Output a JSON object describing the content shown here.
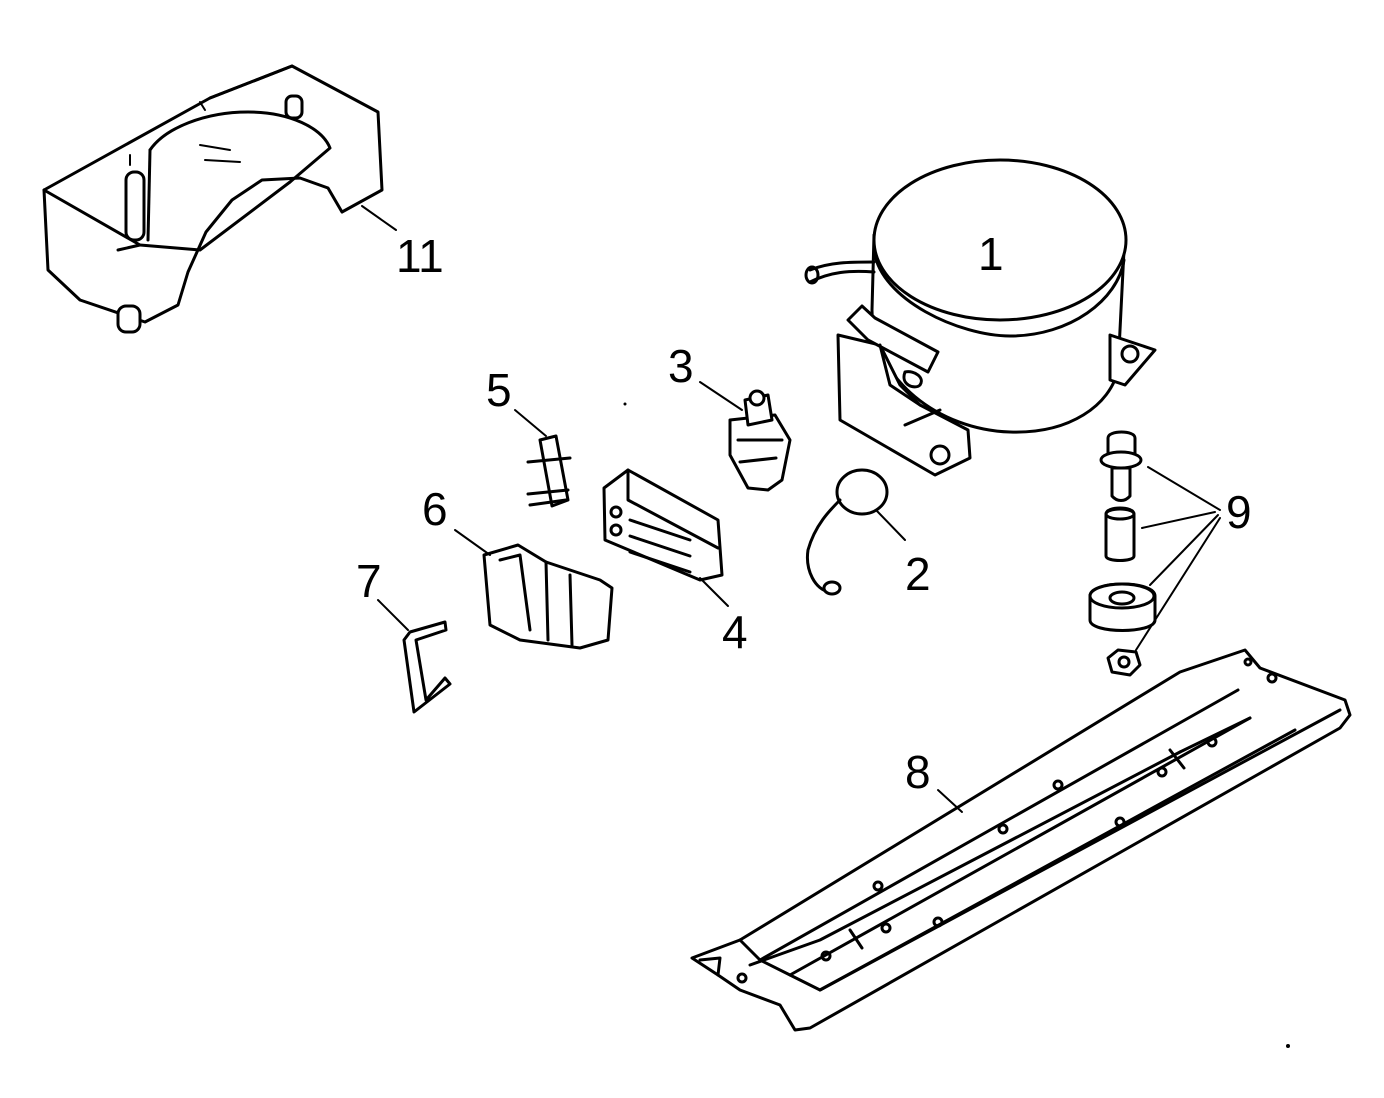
{
  "diagram": {
    "callouts": {
      "compressor": "1",
      "capacitor": "2",
      "relay": "3",
      "overload": "4",
      "clip": "5",
      "terminal_cover": "6",
      "retainer": "7",
      "base_rail": "8",
      "mounting_hardware": "9",
      "drain_pan": "11"
    }
  }
}
